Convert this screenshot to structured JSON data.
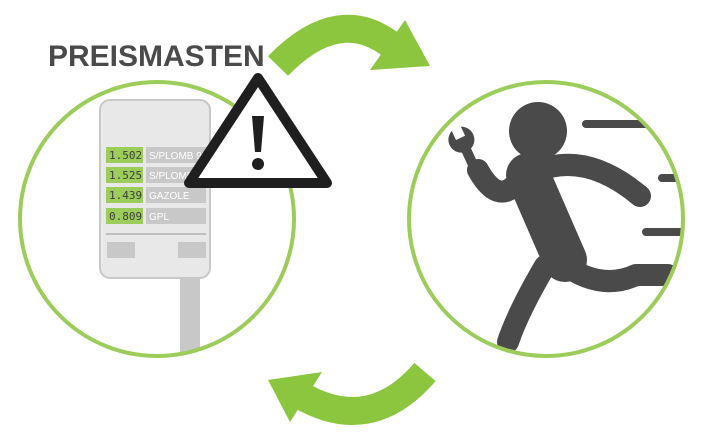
{
  "title": "PREISMASTEN",
  "colors": {
    "accent_green": "#8cc63f",
    "circle_green": "#9ccc5a",
    "dark_gray": "#4a4a4a",
    "panel_gray": "#c8c8c8",
    "panel_light": "#e8e8e8"
  },
  "icons": {
    "warning": "warning-triangle-icon",
    "repair": "running-mechanic-icon",
    "cycle_top": "curved-arrow-right-icon",
    "cycle_bottom": "curved-arrow-left-icon"
  },
  "price_sign": {
    "rows": [
      {
        "price": "1.502",
        "fuel": "S/PLOMB 98"
      },
      {
        "price": "1.525",
        "fuel": "S/PLOMB 95"
      },
      {
        "price": "1.439",
        "fuel": "GAZOLE"
      },
      {
        "price": "0.809",
        "fuel": "GPL"
      }
    ]
  }
}
